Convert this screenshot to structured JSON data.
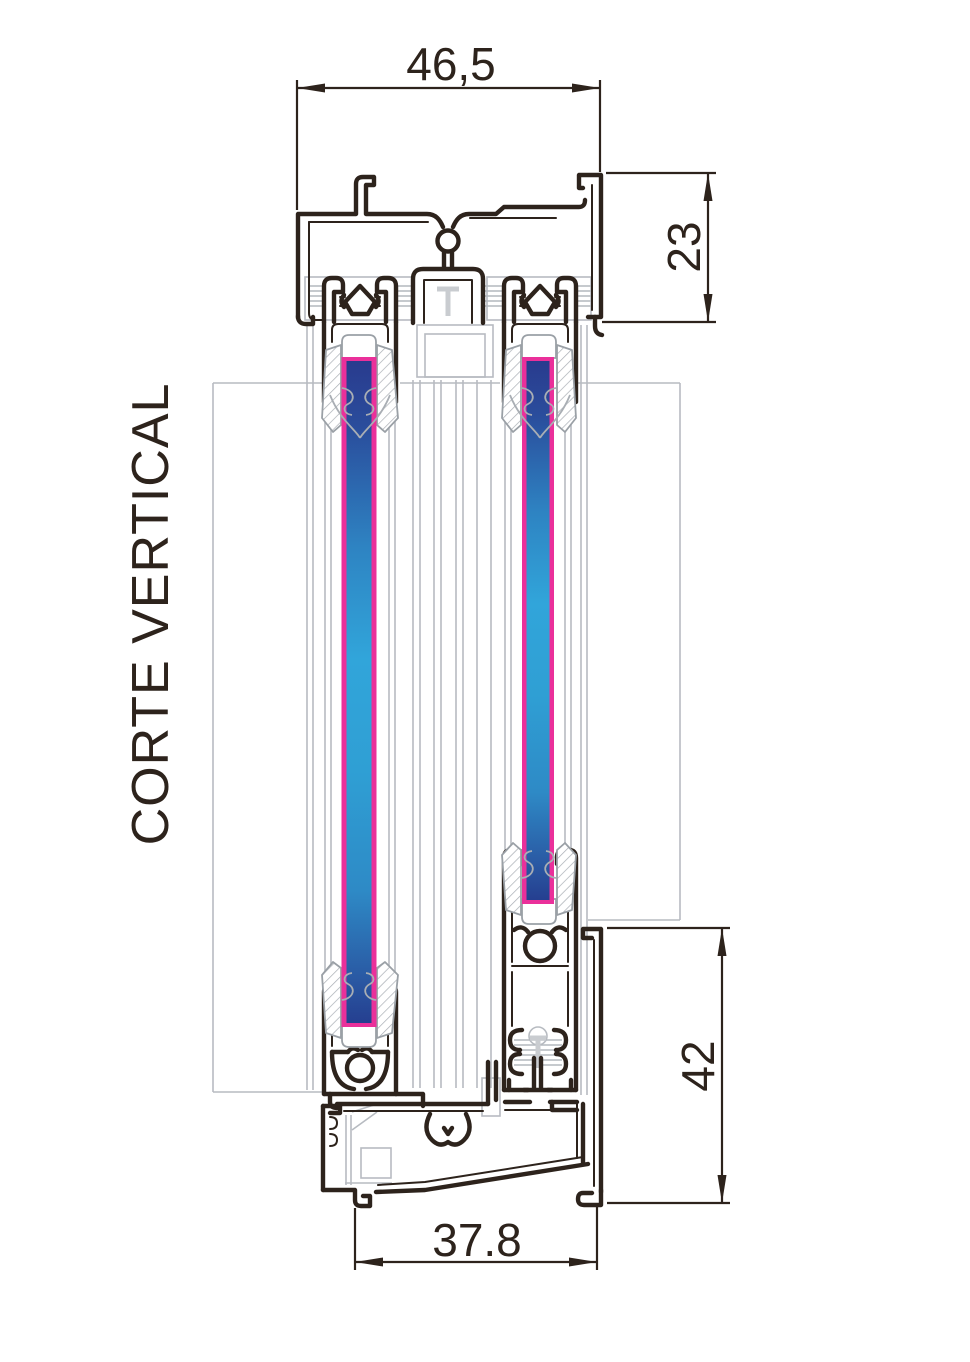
{
  "title": {
    "text": "CORTE VERTICAL"
  },
  "dimensions": {
    "top_width": {
      "text": "46,5"
    },
    "head_height": {
      "text": "23"
    },
    "sill_height": {
      "text": "42"
    },
    "bottom_width": {
      "text": "37.8"
    }
  },
  "colors": {
    "line": "#2d231c",
    "context_gray": "#b7bbc1",
    "gasket_gray": "#9aa0a6",
    "glass_magenta": "#ea309a",
    "glass_blue_top": "#293b8e",
    "glass_blue_mid": "#31a5da",
    "glass_blue_bottom": "#253f90",
    "background": "#ffffff"
  }
}
